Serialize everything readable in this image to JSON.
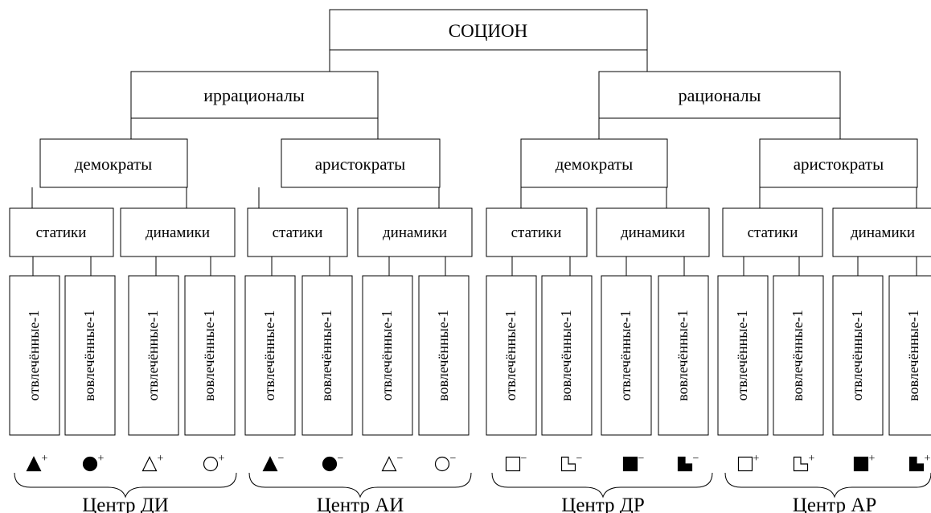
{
  "root": {
    "label": "СОЦИОН"
  },
  "groups": [
    {
      "label": "иррационалы",
      "subgroups": [
        {
          "label": "демократы",
          "types": [
            {
              "label": "статики",
              "leaves": [
                "отвлечённые-1",
                "вовлечённые-1"
              ]
            },
            {
              "label": "динамики",
              "leaves": [
                "отвлечённые-1",
                "вовлечённые-1"
              ]
            }
          ]
        },
        {
          "label": "аристократы",
          "types": [
            {
              "label": "статики",
              "leaves": [
                "отвлечённые-1",
                "вовлечённые-1"
              ]
            },
            {
              "label": "динамики",
              "leaves": [
                "отвлечённые-1",
                "вовлечённые-1"
              ]
            }
          ]
        }
      ]
    },
    {
      "label": "рационалы",
      "subgroups": [
        {
          "label": "демократы",
          "types": [
            {
              "label": "статики",
              "leaves": [
                "отвлечённые-1",
                "вовлечённые-1"
              ]
            },
            {
              "label": "динамики",
              "leaves": [
                "отвлечённые-1",
                "вовлечённые-1"
              ]
            }
          ]
        },
        {
          "label": "аристократы",
          "types": [
            {
              "label": "статики",
              "leaves": [
                "отвлечённые-1",
                "вовлечённые-1"
              ]
            },
            {
              "label": "динамики",
              "leaves": [
                "отвлечённые-1",
                "вовлечённые-1"
              ]
            }
          ]
        }
      ]
    }
  ],
  "centers": [
    {
      "label": "Центр ДИ",
      "symbols": [
        {
          "shape": "triangle",
          "fill": "black",
          "sign": "+"
        },
        {
          "shape": "circle",
          "fill": "black",
          "sign": "+"
        },
        {
          "shape": "triangle",
          "fill": "white",
          "sign": "+"
        },
        {
          "shape": "circle",
          "fill": "white",
          "sign": "+"
        }
      ]
    },
    {
      "label": "Центр АИ",
      "symbols": [
        {
          "shape": "triangle",
          "fill": "black",
          "sign": "−"
        },
        {
          "shape": "circle",
          "fill": "black",
          "sign": "−"
        },
        {
          "shape": "triangle",
          "fill": "white",
          "sign": "−"
        },
        {
          "shape": "circle",
          "fill": "white",
          "sign": "−"
        }
      ]
    },
    {
      "label": "Центр ДР",
      "symbols": [
        {
          "shape": "square",
          "fill": "white",
          "sign": "−"
        },
        {
          "shape": "lshape",
          "fill": "white",
          "sign": "−"
        },
        {
          "shape": "square",
          "fill": "black",
          "sign": "−"
        },
        {
          "shape": "lshape",
          "fill": "black",
          "sign": "−"
        }
      ]
    },
    {
      "label": "Центр АР",
      "symbols": [
        {
          "shape": "square",
          "fill": "white",
          "sign": "+"
        },
        {
          "shape": "lshape",
          "fill": "white",
          "sign": "+"
        },
        {
          "shape": "square",
          "fill": "black",
          "sign": "+"
        },
        {
          "shape": "lshape",
          "fill": "black",
          "sign": "+"
        }
      ]
    }
  ]
}
